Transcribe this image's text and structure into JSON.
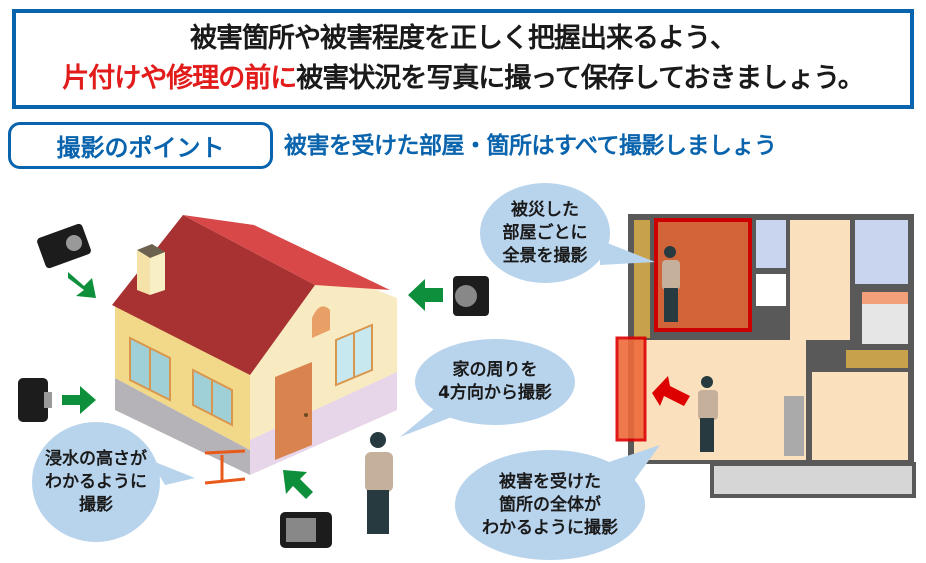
{
  "headline": {
    "line1": "被害箇所や被害程度を正しく把握出来るよう、",
    "line2_red": "片付けや修理の前に",
    "line2_black": "被害状況を写真に撮って保存しておきましょう。"
  },
  "point": {
    "label": "撮影のポイント",
    "description": "被害を受けた部屋・箇所はすべて撮影しましょう"
  },
  "bubbles": {
    "flood_height": "浸水の高さが\nわかるように\n撮影",
    "four_directions": "家の周りを\n4方向から撮影",
    "room_overview": "被災した\n部屋ごとに\n全景を撮影",
    "damaged_area": "被害を受けた\n箇所の全体が\nわかるように撮影"
  },
  "colors": {
    "brand_blue": "#0a64ad",
    "accent_red": "#e21b1b",
    "bubble_blue": "#b8d3ec",
    "arrow_green": "#0e8f3b",
    "roof_red": "#a83232"
  }
}
